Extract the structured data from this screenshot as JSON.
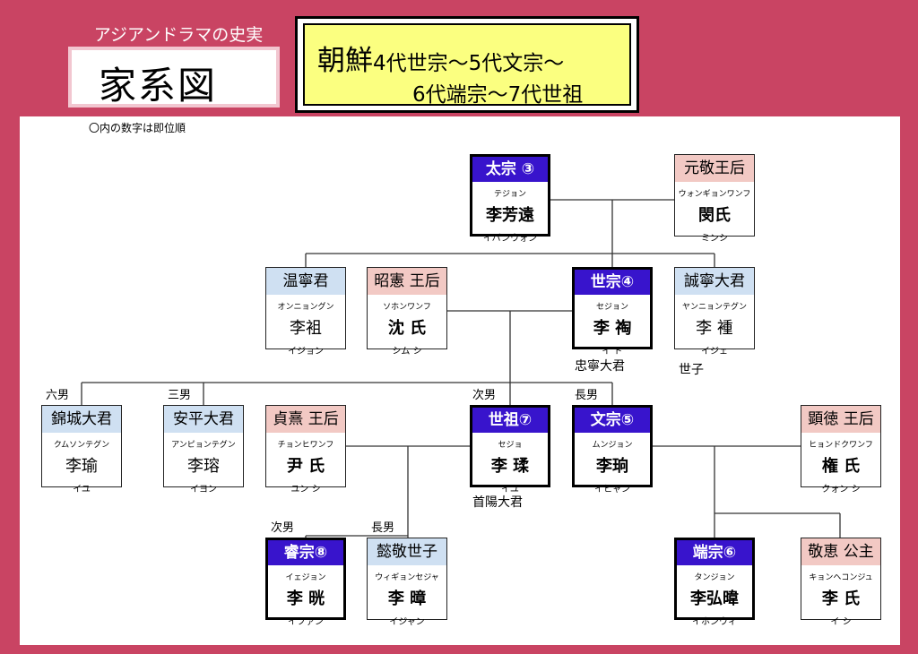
{
  "header": {
    "site": "アジアンドラマの史実",
    "title": "家系図",
    "kingdom": "朝鮮",
    "line1": "4代世宗～5代文宗～",
    "line2": "6代端宗～7代世祖",
    "note": "〇内の数字は即位順"
  },
  "people": {
    "taejong": {
      "title": "太宗 ③",
      "kana": "テジョン",
      "name": "李芳遠",
      "romaji": "イバンウォン"
    },
    "wongyeong": {
      "title": "元敬王后",
      "kana": "ウォンギョンワンフ",
      "name": "閔氏",
      "romaji": "ミンシ"
    },
    "onnyeong": {
      "title": "温寧君",
      "kana": "オンニョングン",
      "name": "李袓",
      "romaji": "イジョン"
    },
    "soheon": {
      "title": "昭憲 王后",
      "kana": "ソホンワンフ",
      "name": "沈 氏",
      "romaji": "シム シ"
    },
    "sejong": {
      "title": "世宗④",
      "kana": "セジョン",
      "name": "李 祹",
      "romaji": "イ ド",
      "extra": "忠寧大君"
    },
    "seongnyeong": {
      "title": "誠寧大君",
      "kana": "ヤンニョンテグン",
      "name": "李 褈",
      "romaji": "イジェ",
      "extra": "世子"
    },
    "geumseong": {
      "title": "錦城大君",
      "kana": "クムソンテグン",
      "name": "李瑜",
      "romaji": "イユ",
      "rank": "六男"
    },
    "anpyeong": {
      "title": "安平大君",
      "kana": "アンピョンテグン",
      "name": "李瑢",
      "romaji": "イヨン",
      "rank": "三男"
    },
    "jeonghui": {
      "title": "貞熹 王后",
      "kana": "チョンヒワンフ",
      "name": "尹 氏",
      "romaji": "ユン シ"
    },
    "sejo": {
      "title": "世祖⑦",
      "kana": "セジョ",
      "name": "李 瑈",
      "romaji": "イユ",
      "rank": "次男",
      "extra": "首陽大君"
    },
    "munjong": {
      "title": "文宗⑤",
      "kana": "ムンジョン",
      "name": "李珦",
      "romaji": "イヒャン",
      "rank": "長男"
    },
    "hyeondeok": {
      "title": "顕徳 王后",
      "kana": "ヒョンドクワンフ",
      "name": "権 氏",
      "romaji": "クォン シ"
    },
    "yejong": {
      "title": "睿宗⑧",
      "kana": "イェジョン",
      "name": "李 晄",
      "romaji": "イファン",
      "rank": "次男"
    },
    "uigyeong": {
      "title": "懿敬世子",
      "kana": "ウィギョンセジャ",
      "name": "李 暲",
      "romaji": "イジャン",
      "rank": "長男"
    },
    "danjong": {
      "title": "端宗⑥",
      "kana": "タンジョン",
      "name": "李弘暐",
      "romaji": "イホンウィ"
    },
    "gyeonghye": {
      "title": "敬恵 公主",
      "kana": "キョンヘコンジュ",
      "name": "李 氏",
      "romaji": "イ シ"
    }
  },
  "colors": {
    "background": "#c94463",
    "ruler": "#3814cc",
    "male": "#cfe0f2",
    "female": "#f2c9c4",
    "headline": "#fbff80"
  }
}
